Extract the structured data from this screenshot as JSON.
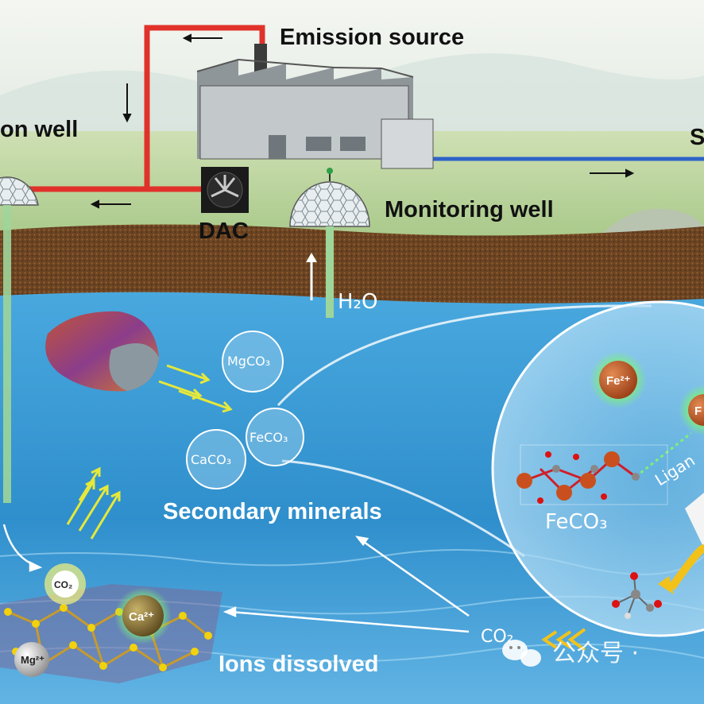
{
  "labels": {
    "emission_source": "Emission source",
    "injection_well": "on well",
    "right_edge": "S",
    "dac": "DAC",
    "monitoring_well": "Monitoring well",
    "h2o": "H₂O",
    "secondary_minerals": "Secondary minerals",
    "ions_dissolved": "Ions dissolved"
  },
  "bubbles": {
    "mgco3": "MgCO₃",
    "feco3": "FeCO₃",
    "caco3": "CaCO₃"
  },
  "zoom": {
    "fe_ion": "Fe²⁺",
    "partial_ion": "F",
    "ligand": "Ligan",
    "feco3": "FeCO₃"
  },
  "ions": {
    "co2": "CO₂",
    "ca": "Ca²⁺",
    "mg": "Mg²⁺",
    "co2_flow": "CO₂"
  },
  "watermark": "公众号 ·",
  "colors": {
    "red_pipe": "#e0322a",
    "blue_pipe": "#2f63c8",
    "water": "#2f8fcc",
    "soil": "#6b4423",
    "arrow_yellow": "#e6e83a"
  }
}
